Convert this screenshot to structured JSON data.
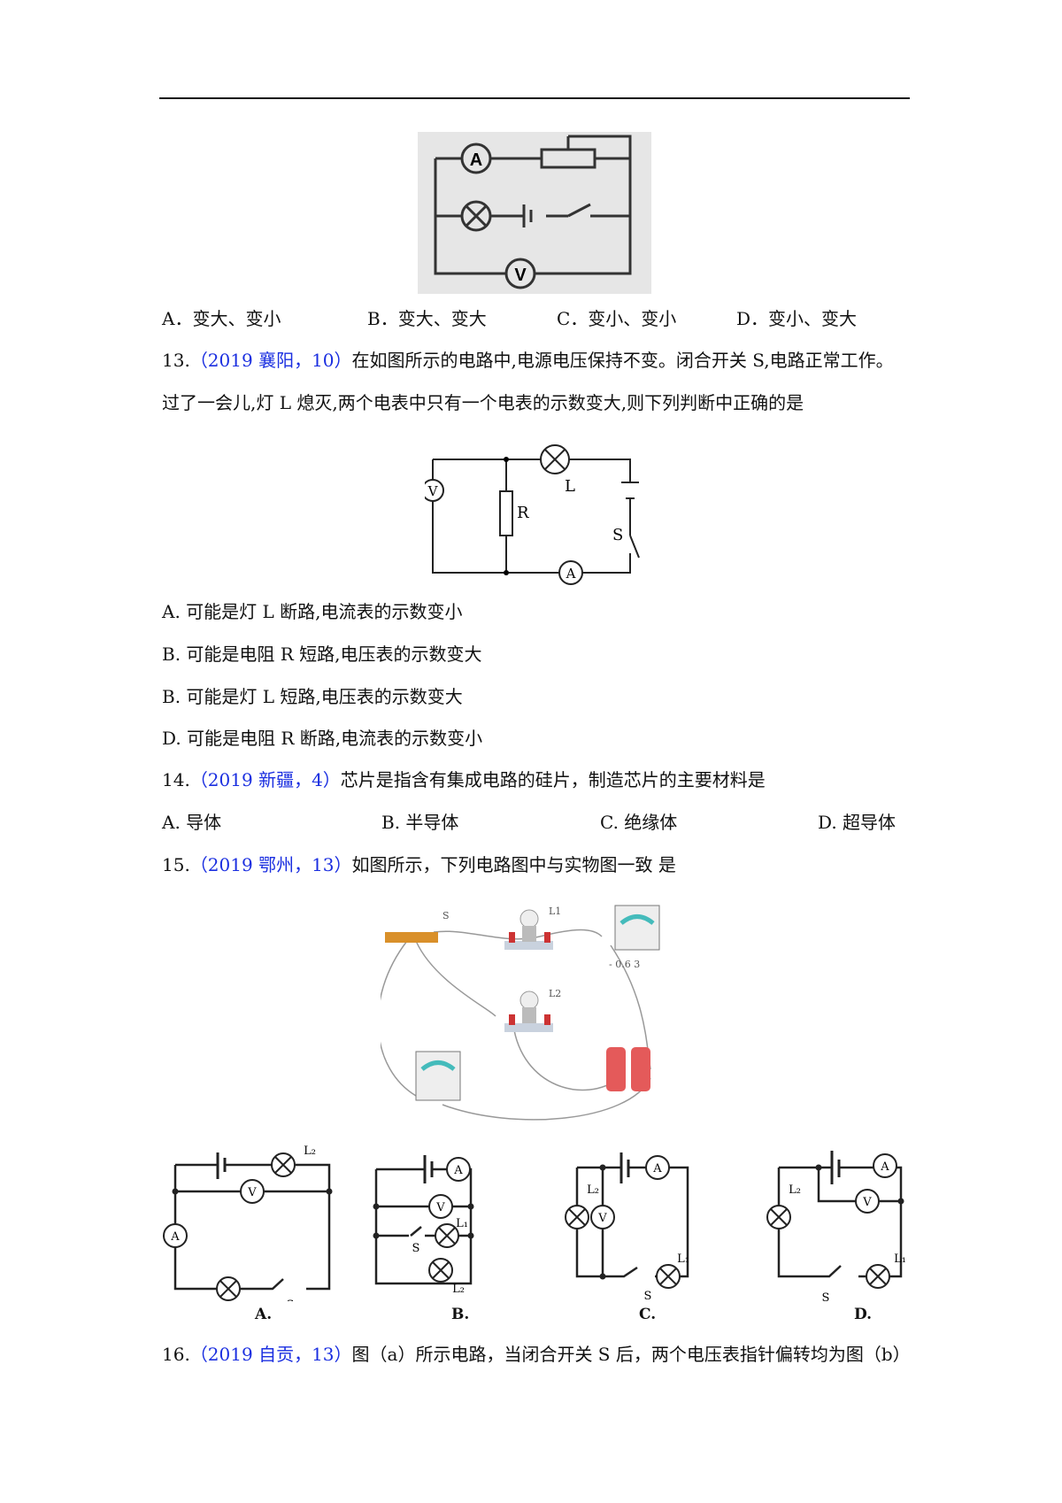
{
  "q12": {
    "options": [
      "A．变大、变小",
      "B．变大、变大",
      "C．变小、变小",
      "D．变小、变大"
    ],
    "figure": {
      "meters": [
        "A",
        "V"
      ]
    }
  },
  "q13": {
    "num": "13.",
    "source": "（2019 襄阳，10）",
    "text1": "在如图所示的电路中,电源电压保持不变。闭合开关 S,电路正常工作。",
    "text2": "过了一会儿,灯 L 熄灭,两个电表中只有一个电表的示数变大,则下列判断中正确的是",
    "figure": {
      "labels": [
        "V",
        "R",
        "L",
        "S",
        "A"
      ]
    },
    "options": [
      "A. 可能是灯 L 断路,电流表的示数变小",
      "B.  可能是电阻 R 短路,电压表的示数变大",
      "B. 可能是灯 L 短路,电压表的示数变大",
      "D.  可能是电阻 R 断路,电流表的示数变小"
    ]
  },
  "q14": {
    "num": "14.",
    "source": "（2019 新疆，4）",
    "text": "芯片是指含有集成电路的硅片，制造芯片的主要材料是",
    "options": [
      "A. 导体",
      "B. 半导体",
      "C. 绝缘体",
      "D. 超导体"
    ]
  },
  "q15": {
    "num": "15.",
    "source": "（2019 鄂州，13）",
    "text": "如图所示，下列电路图中与实物图一致   是",
    "photo": {
      "labels": [
        "S",
        "L1",
        "L2",
        "- 0.6 3"
      ]
    },
    "choices": [
      "A.",
      "B.",
      "C.",
      "D."
    ]
  },
  "q16": {
    "num": "16.",
    "source": "（2019 自贡，13）",
    "text": "图（a）所示电路，当闭合开关 S 后，两个电压表指针偏转均为图（b）"
  }
}
